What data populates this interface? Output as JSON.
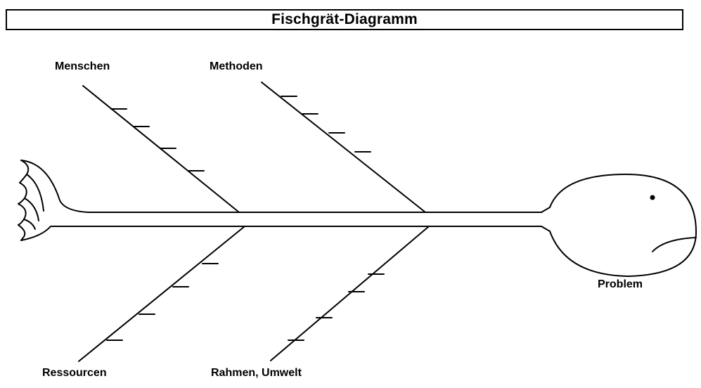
{
  "title": "Fischgrät-Diagramm",
  "categories": {
    "top_left": "Menschen",
    "top_right": "Methoden",
    "bottom_left": "Ressourcen",
    "bottom_right": "Rahmen, Umwelt"
  },
  "effect": "Problem",
  "colors": {
    "line": "#000000",
    "background": "#ffffff"
  }
}
